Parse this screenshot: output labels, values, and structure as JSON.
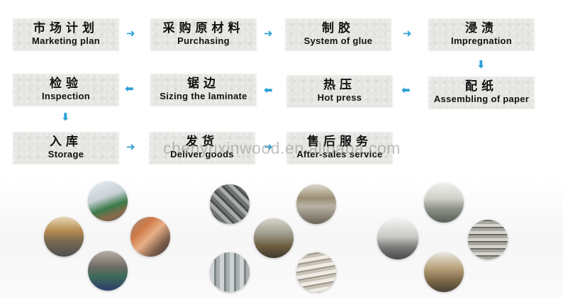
{
  "steps": [
    {
      "zh": "市场计划",
      "en": "Marketing plan"
    },
    {
      "zh": "采购原材料",
      "en": "Purchasing"
    },
    {
      "zh": "制胶",
      "en": "System of glue"
    },
    {
      "zh": "浸渍",
      "en": "Impregnation"
    },
    {
      "zh": "配纸",
      "en": "Assembling of paper"
    },
    {
      "zh": "热压",
      "en": "Hot press"
    },
    {
      "zh": "锯边",
      "en": "Sizing the laminate"
    },
    {
      "zh": "检验",
      "en": "Inspection"
    },
    {
      "zh": "入库",
      "en": "Storage"
    },
    {
      "zh": "发货",
      "en": "Deliver goods"
    },
    {
      "zh": "售后服务",
      "en": "After-sales service"
    }
  ],
  "arrows": {
    "right": "➜",
    "left": "⬅",
    "down": "⬇"
  },
  "watermark": "chenyuxinwood.en.alibaba.com",
  "photos": [
    {
      "name": "factory-exterior-photo"
    },
    {
      "name": "production-line-photo"
    },
    {
      "name": "laminate-stack-photo"
    },
    {
      "name": "warehouse-floor-photo"
    },
    {
      "name": "pattern-sheets-photo"
    },
    {
      "name": "press-machine-photo"
    },
    {
      "name": "workshop-photo"
    },
    {
      "name": "metal-frames-photo"
    },
    {
      "name": "board-stacks-photo"
    },
    {
      "name": "storage-hall-photo"
    },
    {
      "name": "hall-interior-photo"
    },
    {
      "name": "rack-machine-photo"
    },
    {
      "name": "storage-racks-photo"
    }
  ]
}
